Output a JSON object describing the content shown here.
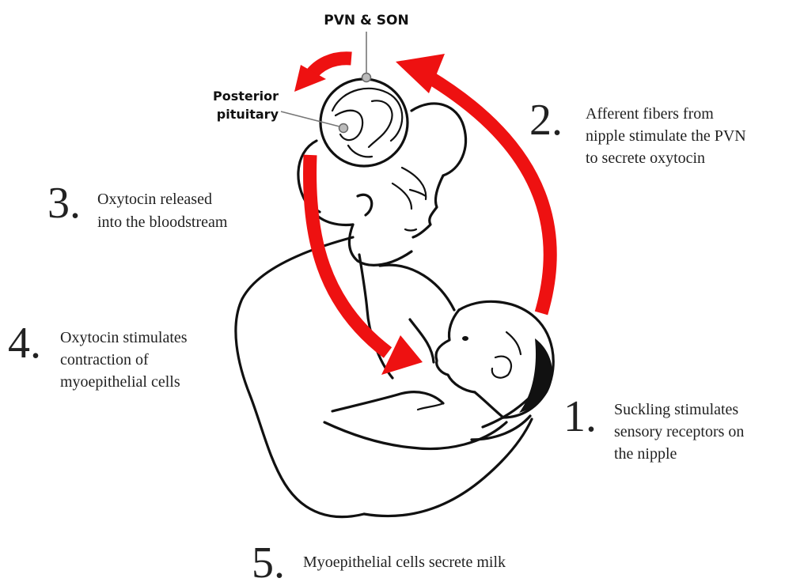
{
  "labels": {
    "pvn_son": "PVN & SON",
    "posterior_pituitary_line1": "Posterior",
    "posterior_pituitary_line2": "pituitary"
  },
  "steps": [
    {
      "number": "1.",
      "lines": [
        "Suckling stimulates",
        "sensory receptors on",
        "the nipple"
      ]
    },
    {
      "number": "2.",
      "lines": [
        "Afferent fibers from",
        "nipple stimulate the PVN",
        "to secrete oxytocin"
      ]
    },
    {
      "number": "3.",
      "lines": [
        "Oxytocin released",
        "into the bloodstream"
      ]
    },
    {
      "number": "4.",
      "lines": [
        "Oxytocin stimulates",
        "contraction of",
        "myoepithelial cells"
      ]
    },
    {
      "number": "5.",
      "lines": [
        "Myoepithelial cells secrete milk"
      ]
    }
  ],
  "colors": {
    "arrow": "#ee1111",
    "outline": "#111111",
    "text": "#222222",
    "leader": "#777777"
  }
}
